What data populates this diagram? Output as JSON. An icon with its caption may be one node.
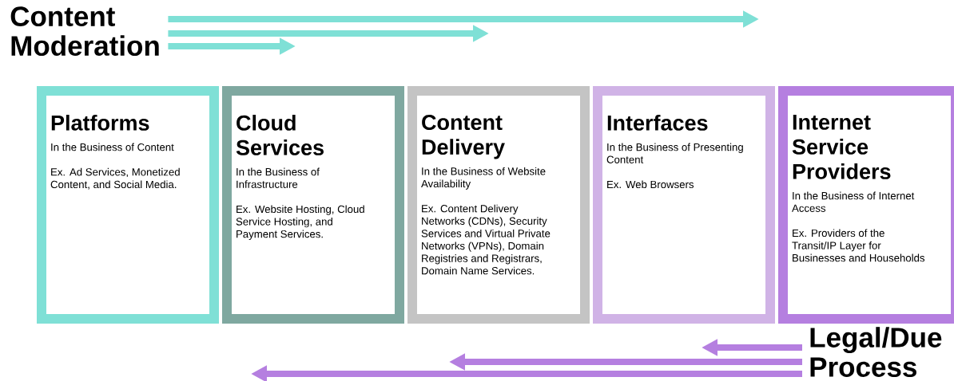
{
  "diagram": {
    "nodes": [
      {
        "text": [
          "Content Moderation"
        ]
      },
      {
        "text": [
          "Platforms",
          "In the Business of Content",
          "Ex. Ad Services, Monetized Content, and Social Media."
        ]
      },
      {
        "text": [
          "Cloud Services",
          "In the Business of Infrastructure",
          "Ex. Website Hosting, Cloud Service Hosting, and Payment Services."
        ]
      },
      {
        "text": [
          "Content Delivery",
          "In the Business of Website Availability",
          "Ex. Content Delivery Networks (CDNs), Security Services and Virtual Private Networks (VPNs), Domain Registries and Registrars, Domain Name Services."
        ]
      },
      {
        "text": [
          "Interfaces",
          "In the Business of Presenting Content",
          "Ex. Web Browsers"
        ]
      },
      {
        "text": [
          "Internet Service Providers",
          "In the Business of Internet Access",
          "Ex. Providers of the Transit/IP Layer for Businesses and Households"
        ]
      },
      {
        "text": [
          "Legal/Due Process"
        ]
      }
    ],
    "edges": [
      {
        "from": 0,
        "to": null,
        "arrow": "to",
        "color": "#7fe0d6"
      },
      {
        "from": 0,
        "to": null,
        "arrow": "to",
        "color": "#7fe0d6"
      },
      {
        "from": 0,
        "to": null,
        "arrow": "to",
        "color": "#7fe0d6"
      },
      {
        "from": 6,
        "to": null,
        "arrow": "to",
        "color": "#b57fe0"
      },
      {
        "from": 6,
        "to": null,
        "arrow": "to",
        "color": "#b57fe0"
      },
      {
        "from": 6,
        "to": null,
        "arrow": "to",
        "color": "#b57fe0"
      }
    ]
  }
}
